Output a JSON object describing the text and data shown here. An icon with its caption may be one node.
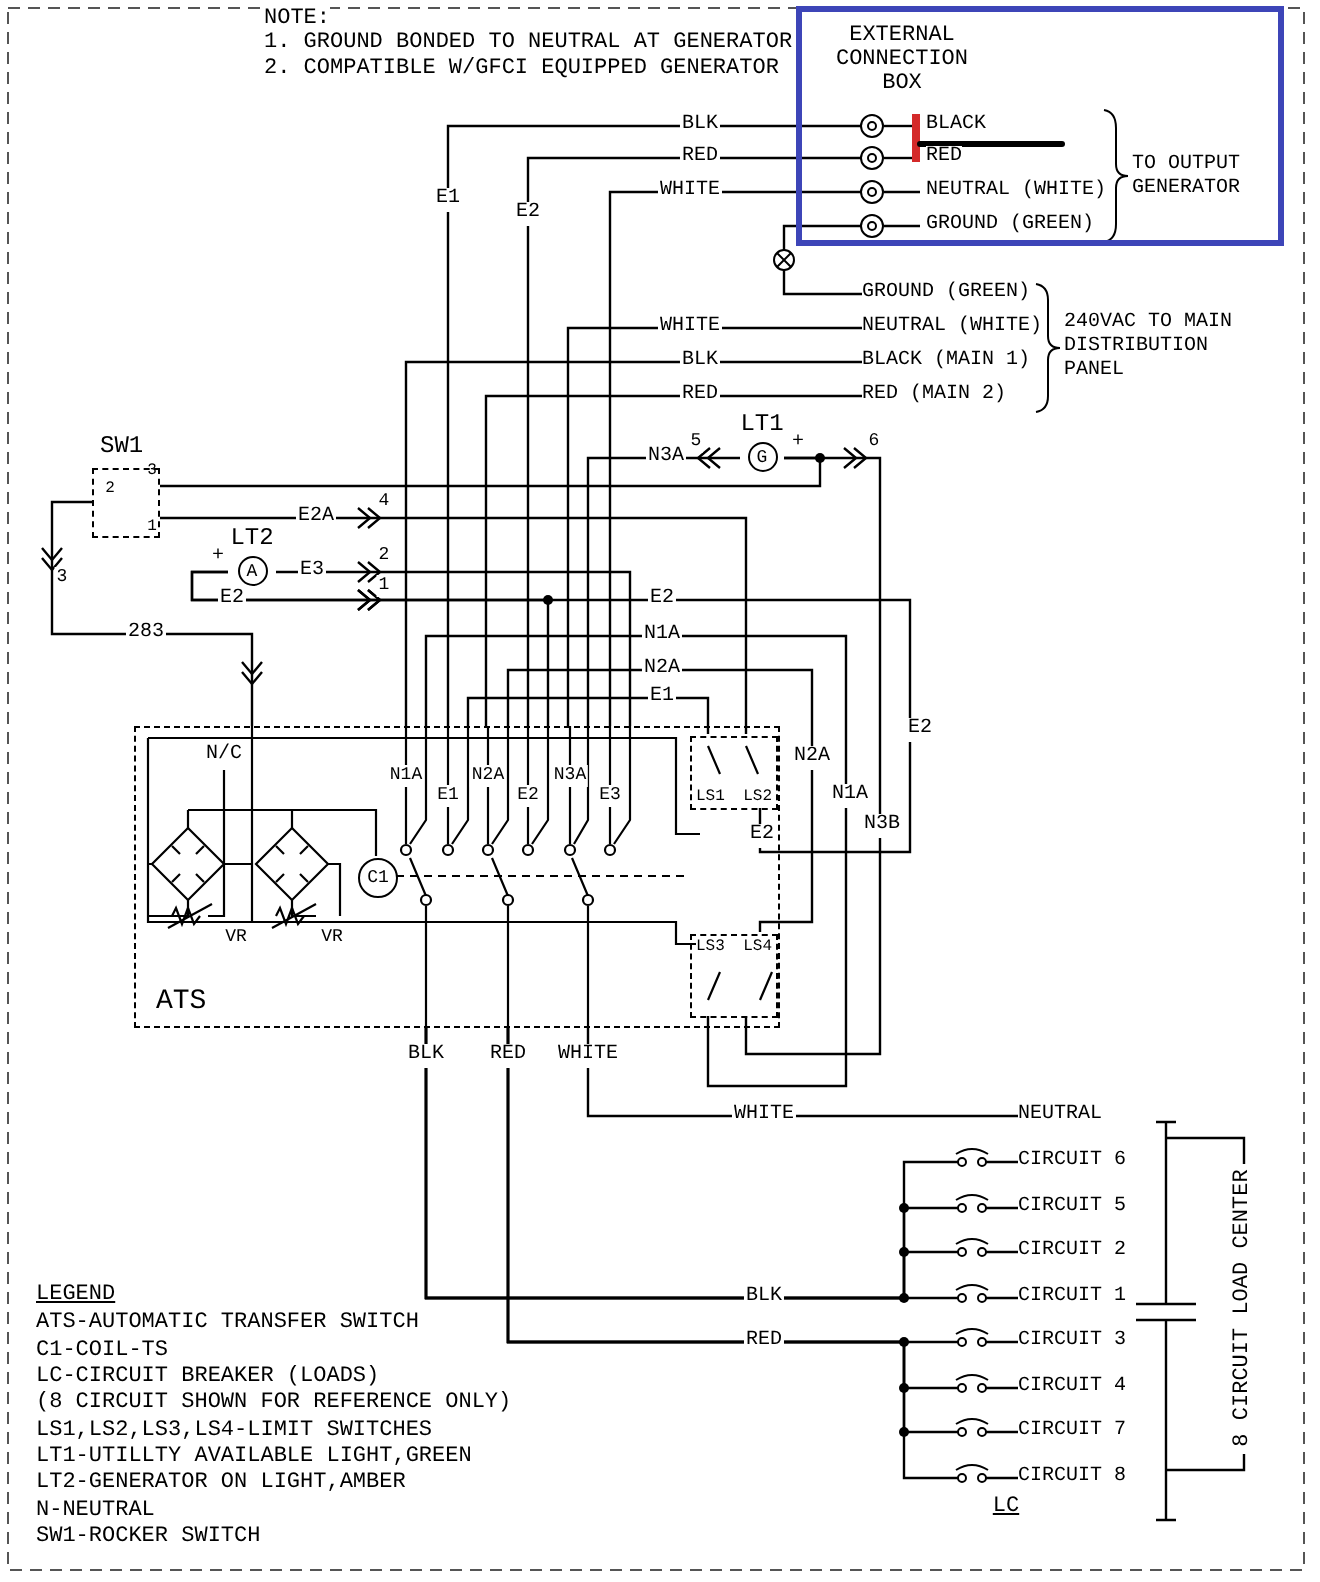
{
  "diagram": {
    "nodes": [
      {
        "text": [
          "EXTERNAL CONNECTION BOX"
        ]
      },
      {
        "text": [
          "SW1"
        ]
      },
      {
        "text": [
          "LT1",
          "G"
        ]
      },
      {
        "text": [
          "LT2",
          "A"
        ]
      },
      {
        "text": [
          "ATS"
        ]
      },
      {
        "text": [
          "C1"
        ],
        "in": 4
      },
      {
        "text": [
          "LS1",
          "LS2"
        ],
        "in": 4
      },
      {
        "text": [
          "LS3",
          "LS4"
        ],
        "in": 4
      },
      {
        "text": [
          "GROUND (GREEN)"
        ]
      },
      {
        "text": [
          "NEUTRAL (WHITE)"
        ]
      },
      {
        "text": [
          "BLACK (MAIN 1)"
        ]
      },
      {
        "text": [
          "RED (MAIN 2)"
        ]
      },
      {
        "text": [
          "NEUTRAL"
        ]
      },
      {
        "text": [
          "CIRCUIT 6"
        ]
      },
      {
        "text": [
          "CIRCUIT 5"
        ]
      },
      {
        "text": [
          "CIRCUIT 2"
        ]
      },
      {
        "text": [
          "CIRCUIT 1"
        ]
      },
      {
        "text": [
          "CIRCUIT 3"
        ]
      },
      {
        "text": [
          "CIRCUIT 4"
        ]
      },
      {
        "text": [
          "CIRCUIT 7"
        ]
      },
      {
        "text": [
          "CIRCUIT 8"
        ]
      }
    ],
    "edges": [
      {
        "from": 1,
        "to": 2,
        "arrow": "none"
      },
      {
        "from": 1,
        "to": 6,
        "arrow": "to",
        "label": "E2A"
      },
      {
        "from": 1,
        "to": 4,
        "arrow": "to",
        "label": "283"
      },
      {
        "from": 3,
        "to": 4,
        "arrow": "to",
        "label": "E3"
      },
      {
        "from": 3,
        "to": 6,
        "arrow": "to",
        "label": "E2"
      },
      {
        "from": 3,
        "to": 4,
        "arrow": "to"
      },
      {
        "from": 2,
        "to": 4,
        "arrow": "to",
        "label": "N3A"
      },
      {
        "from": 2,
        "to": 7,
        "arrow": "to",
        "label": "N3B"
      },
      {
        "from": 0,
        "to": 4,
        "arrow": "other",
        "label": "BLK"
      },
      {
        "from": 0,
        "to": 4,
        "arrow": "other",
        "label": "RED"
      },
      {
        "from": 0,
        "to": 4,
        "arrow": "other",
        "label": "WHITE"
      },
      {
        "from": 0,
        "to": 8,
        "arrow": "other"
      },
      {
        "from": 4,
        "to": 9,
        "arrow": "none",
        "label": "WHITE"
      },
      {
        "from": 4,
        "to": 10,
        "arrow": "none",
        "label": "BLK"
      },
      {
        "from": 4,
        "to": 11,
        "arrow": "none",
        "label": "RED"
      },
      {
        "from": 4,
        "to": 6,
        "arrow": "none",
        "label": "E1"
      },
      {
        "from": 4,
        "to": 7,
        "arrow": "none",
        "label": "N1A"
      },
      {
        "from": 4,
        "to": 7,
        "arrow": "none",
        "label": "N2A"
      },
      {
        "from": 4,
        "to": 12,
        "arrow": "none",
        "label": "WHITE"
      },
      {
        "from": 4,
        "to": 13,
        "arrow": "none"
      },
      {
        "from": 4,
        "to": 14,
        "arrow": "none"
      },
      {
        "from": 4,
        "to": 15,
        "arrow": "none"
      },
      {
        "from": 4,
        "to": 16,
        "arrow": "none",
        "label": "BLK"
      },
      {
        "from": 4,
        "to": 17,
        "arrow": "none",
        "label": "RED"
      },
      {
        "from": 4,
        "to": 18,
        "arrow": "none"
      },
      {
        "from": 4,
        "to": 19,
        "arrow": "none"
      },
      {
        "from": 4,
        "to": 20,
        "arrow": "none"
      }
    ],
    "labels": [
      "NOTE:",
      "1. GROUND BONDED TO NEUTRAL AT GENERATOR",
      "2. COMPATIBLE W/GFCI EQUIPPED GENERATOR",
      "BLACK",
      "RED",
      "NEUTRAL (WHITE)",
      "GROUND (GREEN)",
      "TO OUTPUT GENERATOR",
      "E1",
      "E2",
      "240VAC TO MAIN DISTRIBUTION PANEL",
      "5",
      "+",
      "6",
      "2",
      "3",
      "1",
      "4",
      "+",
      "2",
      "1",
      "3",
      "E2",
      "E2",
      "N/C",
      "N2A",
      "N1A",
      "N2A",
      "N3A",
      "E1",
      "E2",
      "E3",
      "N1A",
      "E2",
      "VR",
      "VR",
      "BLK",
      "RED",
      "WHITE",
      "LC",
      "8 CIRCUIT LOAD CENTER",
      "LEGEND",
      "ATS-AUTOMATIC TRANSFER SWITCH",
      "C1-COIL-TS",
      "LC-CIRCUIT BREAKER (LOADS)",
      "(8 CIRCUIT SHOWN FOR REFERENCE ONLY)",
      "LS1,LS2,LS3,LS4-LIMIT SWITCHES",
      "LT1-UTILLTY AVAILABLE LIGHT,GREEN",
      "LT2-GENERATOR ON LIGHT,AMBER",
      "N-NEUTRAL",
      "SW1-ROCKER SWITCH"
    ]
  }
}
